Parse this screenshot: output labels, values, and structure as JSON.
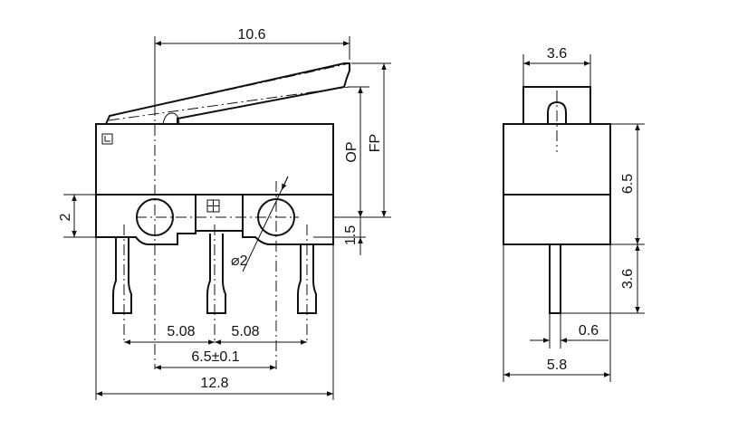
{
  "dimensions": {
    "body_width_top": "10.6",
    "operating_position": "OP",
    "free_position": "FP",
    "terminal_height": "2",
    "terminal_offset": "1.5",
    "hole_diameter": "⌀2",
    "pitch_left": "5.08",
    "pitch_right": "5.08",
    "hole_spacing": "6.5±0.1",
    "body_length": "12.8",
    "side_width_top": "3.6",
    "side_height": "6.5",
    "pin_length": "3.6",
    "pin_thickness": "0.6",
    "side_width_bottom": "5.8"
  },
  "colors": {
    "line": "#111111",
    "background": "#ffffff"
  }
}
